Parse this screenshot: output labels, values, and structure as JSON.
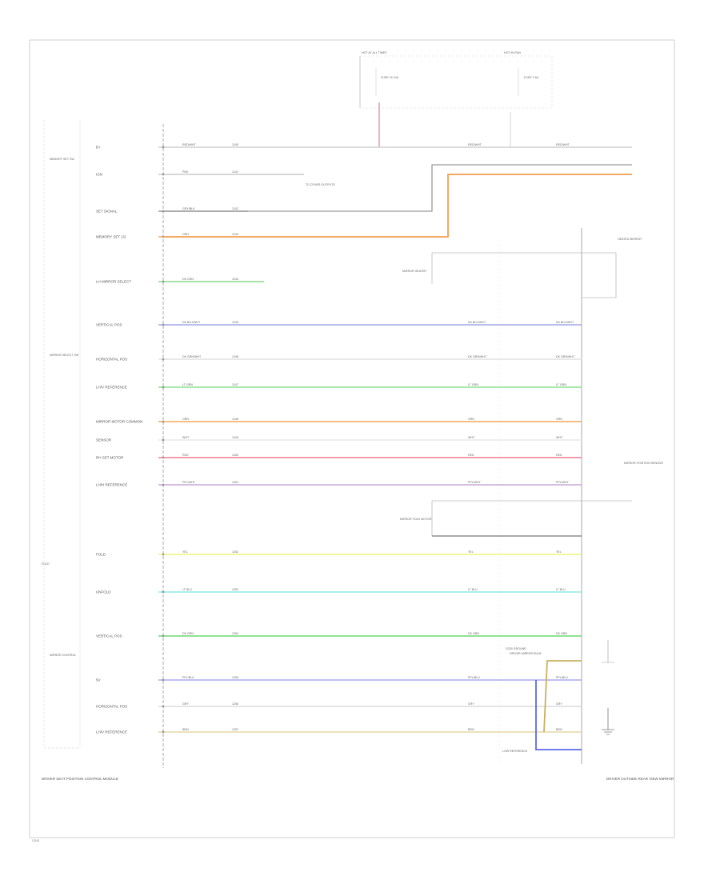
{
  "diagram": {
    "footer_code": "12345",
    "left_component": {
      "name": "DRIVER SEAT POSITION CONTROL MODULE"
    },
    "right_component": {
      "name": "DRIVER OUTSIDE REAR VIEW MIRROR"
    },
    "top_fuses": [
      {
        "id": "fuse-a",
        "label": "HOT AT ALL TIMES",
        "sub": "FUSE 15 10A"
      },
      {
        "id": "fuse-b",
        "label": "HOT IN RUN",
        "sub": "FUSE 2 5A"
      }
    ],
    "wires": [
      {
        "id": "w01",
        "func": "B+",
        "color_code": "RED/WHT",
        "circuit": "1240",
        "hex": "#d0d0d0"
      },
      {
        "id": "w02",
        "func": "IGN",
        "color_code": "PNK",
        "circuit": "1241",
        "hex": "#cccccc"
      },
      {
        "id": "w03",
        "func": "SET SIGNAL",
        "color_code": "GRY/BLK",
        "circuit": "1242",
        "hex": "#9a9a9a"
      },
      {
        "id": "w04",
        "func": "MEMORY SET 1/2",
        "color_code": "ORN",
        "circuit": "1243",
        "hex": "#f7a860"
      },
      {
        "id": "w05",
        "func": "LH MIRROR SELECT",
        "color_code": "DK GRN",
        "circuit": "1244",
        "hex": "#88d888"
      },
      {
        "id": "w06",
        "func": "VERTICAL POS",
        "color_code": "DK BLU/WHT",
        "circuit": "1245",
        "hex": "#9fa8e8"
      },
      {
        "id": "w07",
        "func": "HORIZONTAL POS",
        "color_code": "DK GRN/WHT",
        "circuit": "1246",
        "hex": "#e0e0e0"
      },
      {
        "id": "w08",
        "func": "LH/V REFERENCE",
        "color_code": "LT GRN",
        "circuit": "1247",
        "hex": "#8be08b"
      },
      {
        "id": "w09",
        "func": "MIRROR MOTOR COMMON",
        "color_code": "ORN",
        "circuit": "1248",
        "hex": "#f5a556"
      },
      {
        "id": "w10",
        "func": "SENSOR",
        "color_code": "WHT",
        "circuit": "1249",
        "hex": "#e8e8e8"
      },
      {
        "id": "w11",
        "func": "RH SET MOTOR",
        "color_code": "RED",
        "circuit": "1250",
        "hex": "#f07a90"
      },
      {
        "id": "w12",
        "func": "LH/H REFERENCE",
        "color_code": "PPL/WHT",
        "circuit": "1251",
        "hex": "#c8a8d8"
      },
      {
        "id": "w13",
        "func": "FOLD",
        "color_code": "YEL",
        "circuit": "1252",
        "hex": "#f2f27a"
      },
      {
        "id": "w14",
        "func": "UNFOLD",
        "color_code": "LT BLU",
        "circuit": "1253",
        "hex": "#8de8e8"
      },
      {
        "id": "w15",
        "func": "VERTICAL POS",
        "color_code": "DK GRN",
        "circuit": "1254",
        "hex": "#6fd86f"
      },
      {
        "id": "w16",
        "func": "5V",
        "color_code": "PPL/BLU",
        "circuit": "1255",
        "hex": "#a8aaf0"
      },
      {
        "id": "w17",
        "func": "HORIZONTAL POS",
        "color_code": "GRY",
        "circuit": "1256",
        "hex": "#dcdcdc"
      },
      {
        "id": "w18",
        "func": "LH/V REFERENCE",
        "color_code": "BRN",
        "circuit": "1257",
        "hex": "#e5d5a8"
      }
    ],
    "right_groups": [
      {
        "id": "g1",
        "label": "HEATED MIRROR"
      },
      {
        "id": "g2",
        "label": "MIRROR HEATER"
      },
      {
        "id": "g3",
        "label": "MIRROR FOLD MOTOR"
      },
      {
        "id": "g4",
        "label": "MIRROR POSITION SENSOR"
      },
      {
        "id": "g5",
        "label": "DRIVER MIRROR BULB"
      },
      {
        "id": "g6",
        "label": "LOW REFERENCE"
      }
    ],
    "misc_labels": {
      "left_top": "MEMORY SET SW",
      "left_mid": "MIRROR SELECT SW",
      "left_low": "MIRROR CONTROL",
      "left_fold": "FOLD",
      "center_note": "TO OTHER OUTPUTS",
      "splice_note": "G200 GROUND"
    },
    "colors": {
      "frame": "#d8d8d8",
      "bus": "#aaaaaa",
      "red_wire": "#f07a90",
      "blue_wire": "#5a6ae8",
      "olive_wire": "#c8b060"
    }
  }
}
